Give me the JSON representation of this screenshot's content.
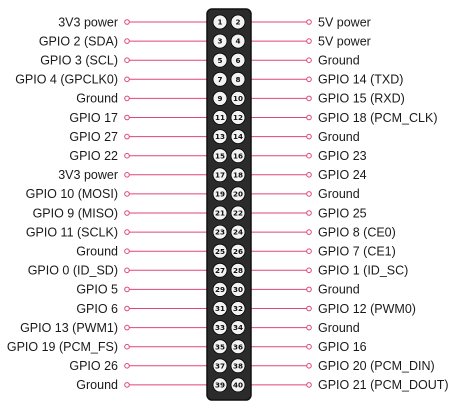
{
  "colors": {
    "header_fill": "#2b2b2b",
    "header_stroke": "#111111",
    "pin_fill": "#f3f3f3",
    "lead_line": "#e0457b",
    "label_text": "#1a1a1a"
  },
  "rows": [
    {
      "left": "3V3 power",
      "odd_pin": "1",
      "even_pin": "2",
      "right": "5V power"
    },
    {
      "left": "GPIO 2 (SDA)",
      "odd_pin": "3",
      "even_pin": "4",
      "right": "5V power"
    },
    {
      "left": "GPIO 3 (SCL)",
      "odd_pin": "5",
      "even_pin": "6",
      "right": "Ground"
    },
    {
      "left": "GPIO 4 (GPCLK0)",
      "odd_pin": "7",
      "even_pin": "8",
      "right": "GPIO 14 (TXD)"
    },
    {
      "left": "Ground",
      "odd_pin": "9",
      "even_pin": "10",
      "right": "GPIO 15 (RXD)"
    },
    {
      "left": "GPIO 17",
      "odd_pin": "11",
      "even_pin": "12",
      "right": "GPIO 18 (PCM_CLK)"
    },
    {
      "left": "GPIO 27",
      "odd_pin": "13",
      "even_pin": "14",
      "right": "Ground"
    },
    {
      "left": "GPIO 22",
      "odd_pin": "15",
      "even_pin": "16",
      "right": "GPIO 23"
    },
    {
      "left": "3V3 power",
      "odd_pin": "17",
      "even_pin": "18",
      "right": "GPIO 24"
    },
    {
      "left": "GPIO 10 (MOSI)",
      "odd_pin": "19",
      "even_pin": "20",
      "right": "Ground"
    },
    {
      "left": "GPIO 9 (MISO)",
      "odd_pin": "21",
      "even_pin": "22",
      "right": "GPIO 25"
    },
    {
      "left": "GPIO 11 (SCLK)",
      "odd_pin": "23",
      "even_pin": "24",
      "right": "GPIO 8 (CE0)"
    },
    {
      "left": "Ground",
      "odd_pin": "25",
      "even_pin": "26",
      "right": "GPIO 7 (CE1)"
    },
    {
      "left": "GPIO 0 (ID_SD)",
      "odd_pin": "27",
      "even_pin": "28",
      "right": "GPIO 1 (ID_SC)"
    },
    {
      "left": "GPIO 5",
      "odd_pin": "29",
      "even_pin": "30",
      "right": "Ground"
    },
    {
      "left": "GPIO 6",
      "odd_pin": "31",
      "even_pin": "32",
      "right": "GPIO 12 (PWM0)"
    },
    {
      "left": "GPIO 13 (PWM1)",
      "odd_pin": "33",
      "even_pin": "34",
      "right": "Ground"
    },
    {
      "left": "GPIO 19 (PCM_FS)",
      "odd_pin": "35",
      "even_pin": "36",
      "right": "GPIO 16"
    },
    {
      "left": "GPIO 26",
      "odd_pin": "37",
      "even_pin": "38",
      "right": "GPIO 20 (PCM_DIN)"
    },
    {
      "left": "Ground",
      "odd_pin": "39",
      "even_pin": "40",
      "right": "GPIO 21 (PCM_DOUT)"
    }
  ]
}
